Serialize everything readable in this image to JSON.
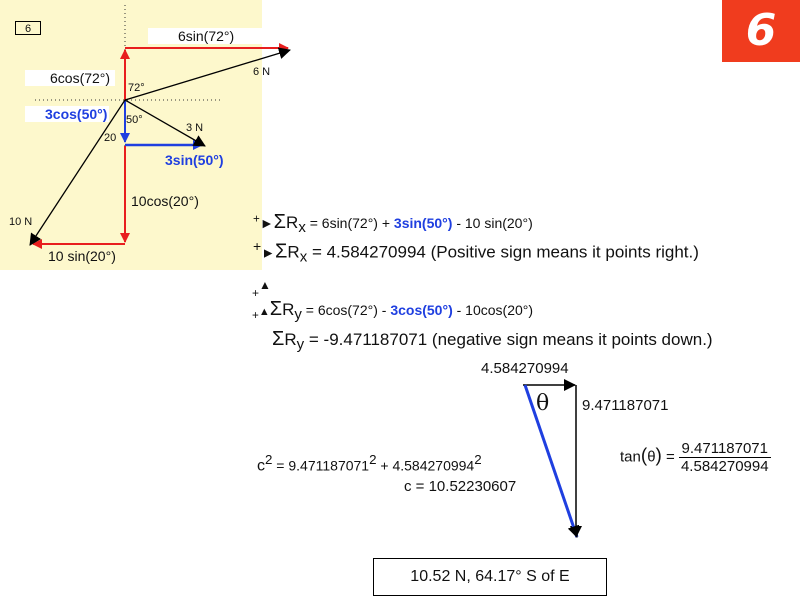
{
  "problem_number": "6",
  "badge_number": "6",
  "diagram": {
    "labels": {
      "six_sin": "6sin(72°)",
      "six_n": "6 N",
      "six_cos": "6cos(72°)",
      "angle_72": "72°",
      "three_cos": "3cos(50°)",
      "angle_50": "50°",
      "three_n": "3 N",
      "angle_20": "20",
      "three_sin": "3sin(50°)",
      "ten_cos": "10cos(20°)",
      "ten_n": "10 N",
      "ten_sin": "10 sin(20°)"
    },
    "colors": {
      "red": "#e81e1e",
      "blue": "#1f3fe0",
      "panel": "#fdf8cc",
      "badge": "#f03c1e"
    }
  },
  "equations": {
    "plus": "+",
    "sigma": "Σ",
    "rx": "R",
    "x_sub": "x",
    "y_sub": "y",
    "rx_expr_a": "=   6sin(72°) + ",
    "rx_expr_blue": "3sin(50°)",
    "rx_expr_b": "  - 10 sin(20°)",
    "rx_result": "= 4.584270994 (Positive sign means it points right.)",
    "ry_expr_a": "= 6cos(72°) - ",
    "ry_expr_blue": "3cos(50°)",
    "ry_expr_b": "  - 10cos(20°)",
    "ry_result": "= -9.471187071 (negative sign means it points down.)"
  },
  "triangle": {
    "horizontal": "4.584270994",
    "vertical": "9.471187071",
    "theta": "θ"
  },
  "pythagoras": {
    "c2": "c",
    "sq": "2",
    "line1a": " = 9.471187071",
    "line1b": "  + 4.584270994",
    "line2": "c = 10.52230607"
  },
  "tangent": {
    "func": "tan",
    "arg": "θ",
    "equals": "=",
    "numerator": "9.471187071",
    "denominator": "4.584270994"
  },
  "answer": "10.52 N, 64.17° S of E"
}
